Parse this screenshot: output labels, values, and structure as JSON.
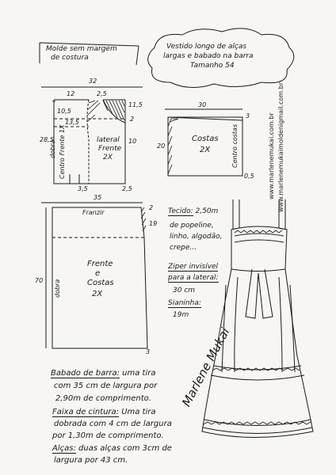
{
  "header": {
    "box_line1": "Molde sem margem",
    "box_line2": "de costura",
    "cloud_line1": "Vestido longo de alças",
    "cloud_line2": "largas e babado na barra",
    "cloud_line3": "Tamanho 54"
  },
  "watermark": {
    "site": "www.marlenemukai.com.br",
    "email": "www.marlenemukaimoldenigmail.com.br"
  },
  "pattern_front": {
    "width_top": "32",
    "w12": "12",
    "w25": "2,5",
    "w105": "10,5",
    "w135": "13,5",
    "h115": "11,5",
    "h2": "2",
    "h285": "28,5",
    "h10": "10",
    "label_fold": "Centro Frente 1X",
    "label_fold_word": "dobra",
    "lateral_line1": "lateral",
    "lateral_line2": "Frente",
    "lateral_line3": "2X",
    "b35": "3,5",
    "b25": "2,5"
  },
  "pattern_back": {
    "width": "30",
    "h3": "3",
    "h20": "20",
    "label_line1": "Costas",
    "label_line2": "2X",
    "label_side": "Centro costas",
    "h05": "0,5"
  },
  "pattern_skirt": {
    "width": "35",
    "h2": "2",
    "h19": "19",
    "h70": "70",
    "gather": "Franzir",
    "label_line1": "Frente",
    "label_line2": "e",
    "label_line3": "Costas",
    "label_line4": "2X",
    "fold": "dobra",
    "b3": "3"
  },
  "notes": {
    "fabric_title": "Tecido:",
    "fabric_amount": "2,50m",
    "fabric_line2": "de popeline,",
    "fabric_line3": "linho, algodão,",
    "fabric_line4": "crepe...",
    "zipper_title": "Ziper invisível",
    "zipper_line2": "para a lateral:",
    "zipper_line3": "30 cm",
    "elastic_title": "Sianinha:",
    "elastic_line2": "19m"
  },
  "bottom_notes": {
    "ruffle_title": "Babado de barra:",
    "ruffle_rest": " uma tira",
    "ruffle_line2": "com 35 cm de largura por",
    "ruffle_line3": "2,90m de comprimento.",
    "sash_title": "Faixa de cintura:",
    "sash_rest": " Uma tira",
    "sash_line2": "dobrada com 4 cm de largura",
    "sash_line3": "por 1,30m de comprimento.",
    "straps_title": "Alças:",
    "straps_rest": " duas alças com 3cm de",
    "straps_line2": "largura por 43 cm."
  },
  "signature": "Marlene Mukai"
}
